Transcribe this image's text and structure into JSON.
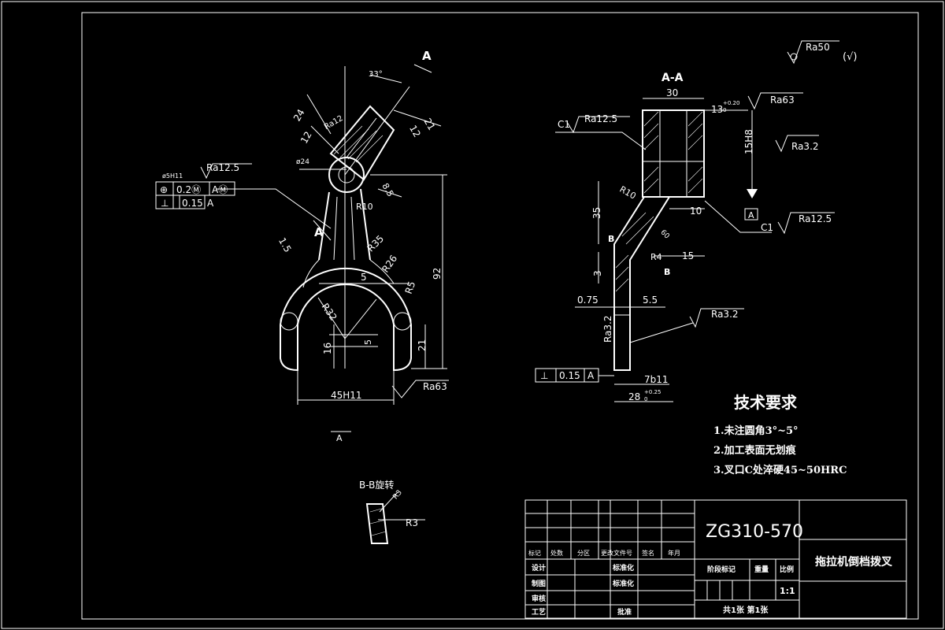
{
  "drawing": {
    "view_label_A_arrow": "A",
    "view_label_A_arrow2": "A",
    "view_label_A_bottom": "A",
    "section_title": "A-A",
    "bb_title": "B-B旋转",
    "roughness_corner": "Ra50",
    "roughness_corner_paren": "(√)",
    "left_dims": {
      "angle": "33°",
      "d24": "24",
      "d12": "12",
      "d21": "21",
      "d12b": "12",
      "ra12": "Ra12",
      "phi24": "ø24",
      "d8_5": "8.5",
      "r10": "R10",
      "d1_5": "1.5",
      "r35": "R35",
      "r26": "R26",
      "d5": "5",
      "d92": "92",
      "r5": "R5",
      "r32": "R32",
      "d5b": "5",
      "d16": "16",
      "d21b": "21",
      "d45h11": "45H11",
      "ra63": "Ra63",
      "phi5h11": "ø5H11",
      "ra12_5": "Ra12.5",
      "fc_row1_sym": "⊕",
      "fc_row1_val": "0.2Ⓜ",
      "fc_row1_ref": "AⓂ",
      "fc_row2_sym": "⊥",
      "fc_row2_val": "0.15",
      "fc_row2_ref": "A"
    },
    "right_dims": {
      "d30": "30",
      "d13": "13",
      "tol13_up": "+0.20",
      "tol13_lo": "0",
      "ra63": "Ra63",
      "c1_top": "C1",
      "ra12_5_top": "Ra12.5",
      "d15h8": "15H8",
      "ra3_2_top": "Ra3.2",
      "r10": "R10",
      "d35": "35",
      "d10": "10",
      "datum_a": "A",
      "c1_bot": "C1",
      "ra12_5_bot": "Ra12.5",
      "b_left": "B",
      "b_right": "B",
      "d60": "60",
      "r4": "R4",
      "d15": "15",
      "d3": "3",
      "d0_75": "0.75",
      "d5_5": "5.5",
      "ra3_2_mid": "Ra3.2",
      "ra3_2_vert": "Ra3.2",
      "fc_sym": "⊥",
      "fc_val": "0.15",
      "fc_ref": "A",
      "d7b11": "7b11",
      "d28": "28",
      "tol28_up": "+0.25",
      "tol28_lo": "0"
    },
    "bb_dims": {
      "r3a": "R3",
      "r3b": "R3"
    },
    "tech": {
      "title": "技术要求",
      "items": [
        "1.未注圆角3°~5°",
        "2.加工表面无划痕",
        "3.叉口C处淬硬45~50HRC"
      ]
    }
  },
  "title_block": {
    "material": "ZG310-570",
    "part_name": "拖拉机倒档拨叉",
    "headers": [
      "标记",
      "处数",
      "分区",
      "更改文件号",
      "签名",
      "年月"
    ],
    "roles_left": [
      "设计",
      "制图",
      "审核",
      "工艺"
    ],
    "roles_mid": [
      "标准化",
      "标准化",
      "批准"
    ],
    "stage_label": "阶段标记",
    "weight_label": "重量",
    "scale_label": "比例",
    "scale_value": "1:1",
    "sheet_info": "共1张 第1张"
  }
}
